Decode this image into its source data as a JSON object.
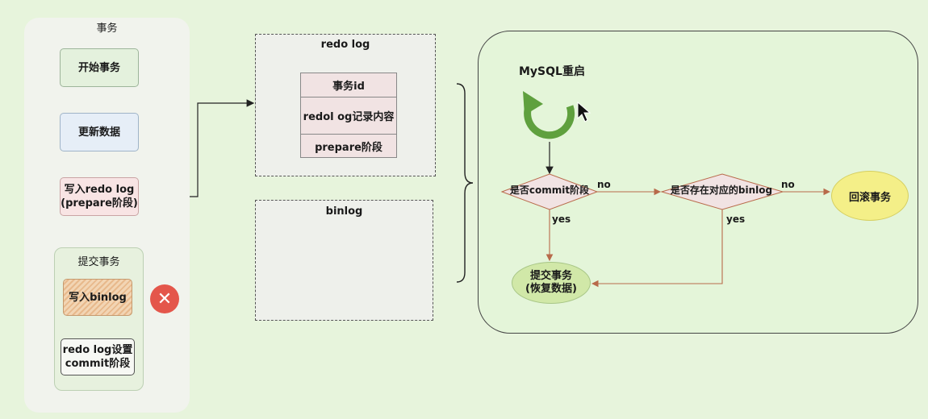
{
  "transaction": {
    "title": "事务",
    "start": "开始事务",
    "update": "更新数据",
    "write_redo": [
      "写入redo log",
      "(prepare阶段)"
    ],
    "commit_group_title": "提交事务",
    "write_binlog": "写入binlog",
    "redo_commit": [
      "redo log设置",
      "commit阶段"
    ],
    "error_icon": "close-icon"
  },
  "redo_log": {
    "title": "redo log",
    "rows": [
      "事务id",
      "redol og记录内容",
      "prepare阶段"
    ]
  },
  "binlog": {
    "title": "binlog"
  },
  "restart": {
    "title": "MySQL重启",
    "restart_icon": "refresh-icon",
    "cursor_icon": "mouse-pointer-icon",
    "decision1": "是否commit阶段",
    "decision2": "是否存在对应的binlog",
    "yes_label": "yes",
    "no_label": "no",
    "commit_result": [
      "提交事务",
      "(恢复数据)"
    ],
    "rollback_result": "回滚事务"
  },
  "colors": {
    "background": "#e7f4dc",
    "arrow_orange": "#b86a4a",
    "restart_green": "#5fa03e",
    "error_red": "#e4564b",
    "rollback_yellow": "#f4ef88",
    "commit_green": "#d1e8a8"
  }
}
